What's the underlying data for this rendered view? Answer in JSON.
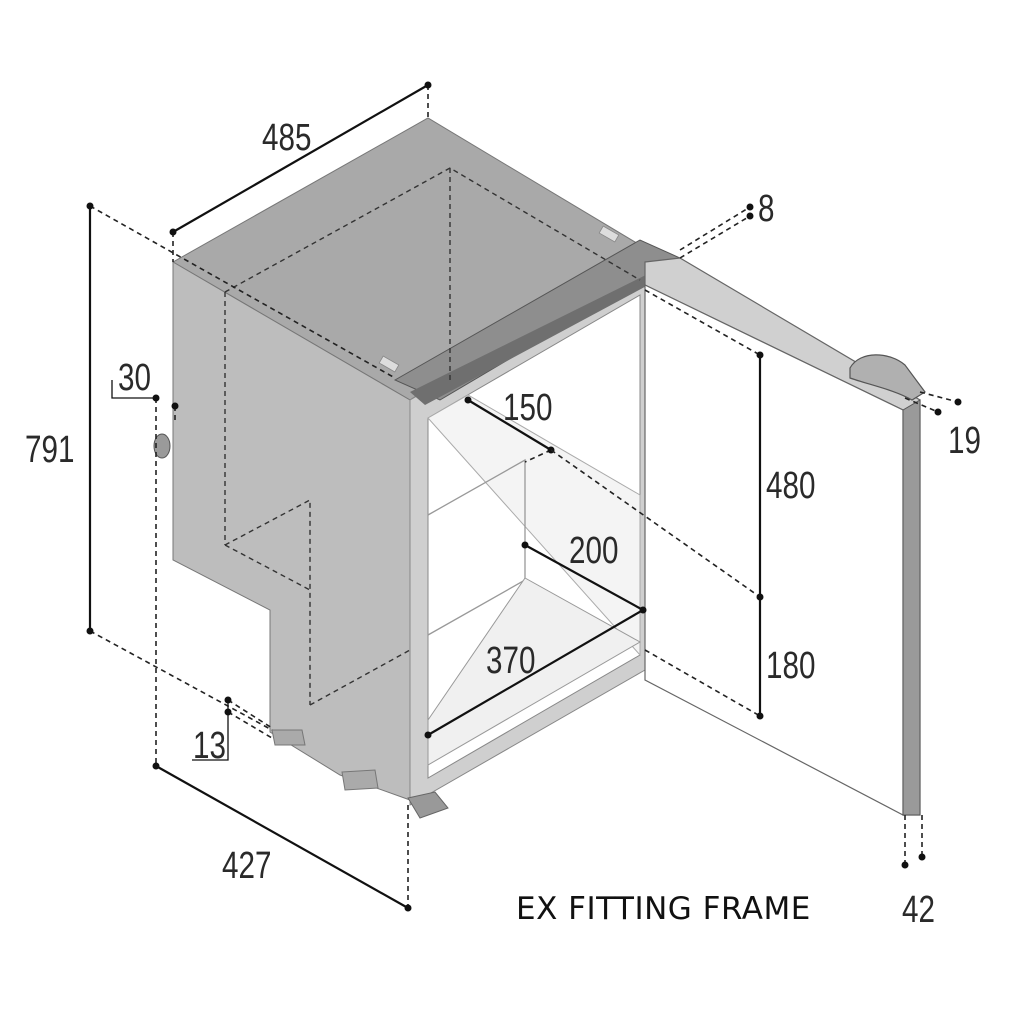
{
  "caption": "EX FITTING FRAME",
  "dimensions": {
    "top_width": "485",
    "frame_depth": "8",
    "height": "791",
    "side_offset": "30",
    "shelf_depth": "150",
    "interior_upper": "480",
    "shelf_width": "200",
    "interior_lower": "180",
    "bottom_width": "370",
    "door_thickness": "19",
    "foot_height": "13",
    "base_depth": "427",
    "frame_width": "42"
  },
  "colors": {
    "body_fill": "#bdbdbd",
    "top_fill": "#a9a9a9",
    "door_fill": "#c8c8c8",
    "frame_fill": "#8e8e8e",
    "line": "#111111"
  }
}
